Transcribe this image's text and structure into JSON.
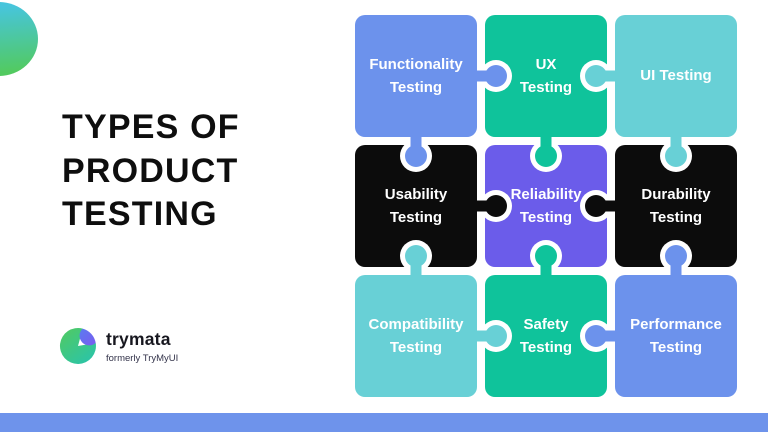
{
  "title": {
    "text": "TYPES OF\nPRODUCT\nTESTING"
  },
  "logo": {
    "brand": "trymata",
    "tagline": "formerly TryMyUI"
  },
  "decor": {
    "ball_top_color": "#47C5DC",
    "ball_bottom_color": "#52CA60",
    "bottom_bar_color": "#6E93EB"
  },
  "puzzle": {
    "text_color": "#FFFFFF",
    "colors": {
      "blue": "#6C92EC",
      "green": "#0FC39B",
      "teal": "#68D0D6",
      "black": "#0C0C0C",
      "purple": "#6B5CEA"
    },
    "pieces": [
      {
        "id": "functionality-testing",
        "label": "Functionality\nTesting",
        "row": 0,
        "col": 0,
        "color": "blue",
        "knobs": [
          "right",
          "down"
        ]
      },
      {
        "id": "ux-testing",
        "label": "UX\nTesting",
        "row": 0,
        "col": 1,
        "color": "green",
        "knobs": [
          "down"
        ]
      },
      {
        "id": "ui-testing",
        "label": "UI Testing",
        "row": 0,
        "col": 2,
        "color": "teal",
        "knobs": [
          "left",
          "down"
        ]
      },
      {
        "id": "usability-testing",
        "label": "Usability\nTesting",
        "row": 1,
        "col": 0,
        "color": "black",
        "knobs": [
          "right"
        ]
      },
      {
        "id": "reliability-testing",
        "label": "Reliability\nTesting",
        "row": 1,
        "col": 1,
        "color": "purple",
        "knobs": []
      },
      {
        "id": "durability-testing",
        "label": "Durability\nTesting",
        "row": 1,
        "col": 2,
        "color": "black",
        "knobs": [
          "left"
        ]
      },
      {
        "id": "compatibility-testing",
        "label": "Compatibility\nTesting",
        "row": 2,
        "col": 0,
        "color": "teal",
        "knobs": [
          "up",
          "right"
        ]
      },
      {
        "id": "safety-testing",
        "label": "Safety\nTesting",
        "row": 2,
        "col": 1,
        "color": "green",
        "knobs": [
          "up"
        ]
      },
      {
        "id": "performance-testing",
        "label": "Performance\nTesting",
        "row": 2,
        "col": 2,
        "color": "blue",
        "knobs": [
          "up",
          "left"
        ]
      }
    ]
  }
}
